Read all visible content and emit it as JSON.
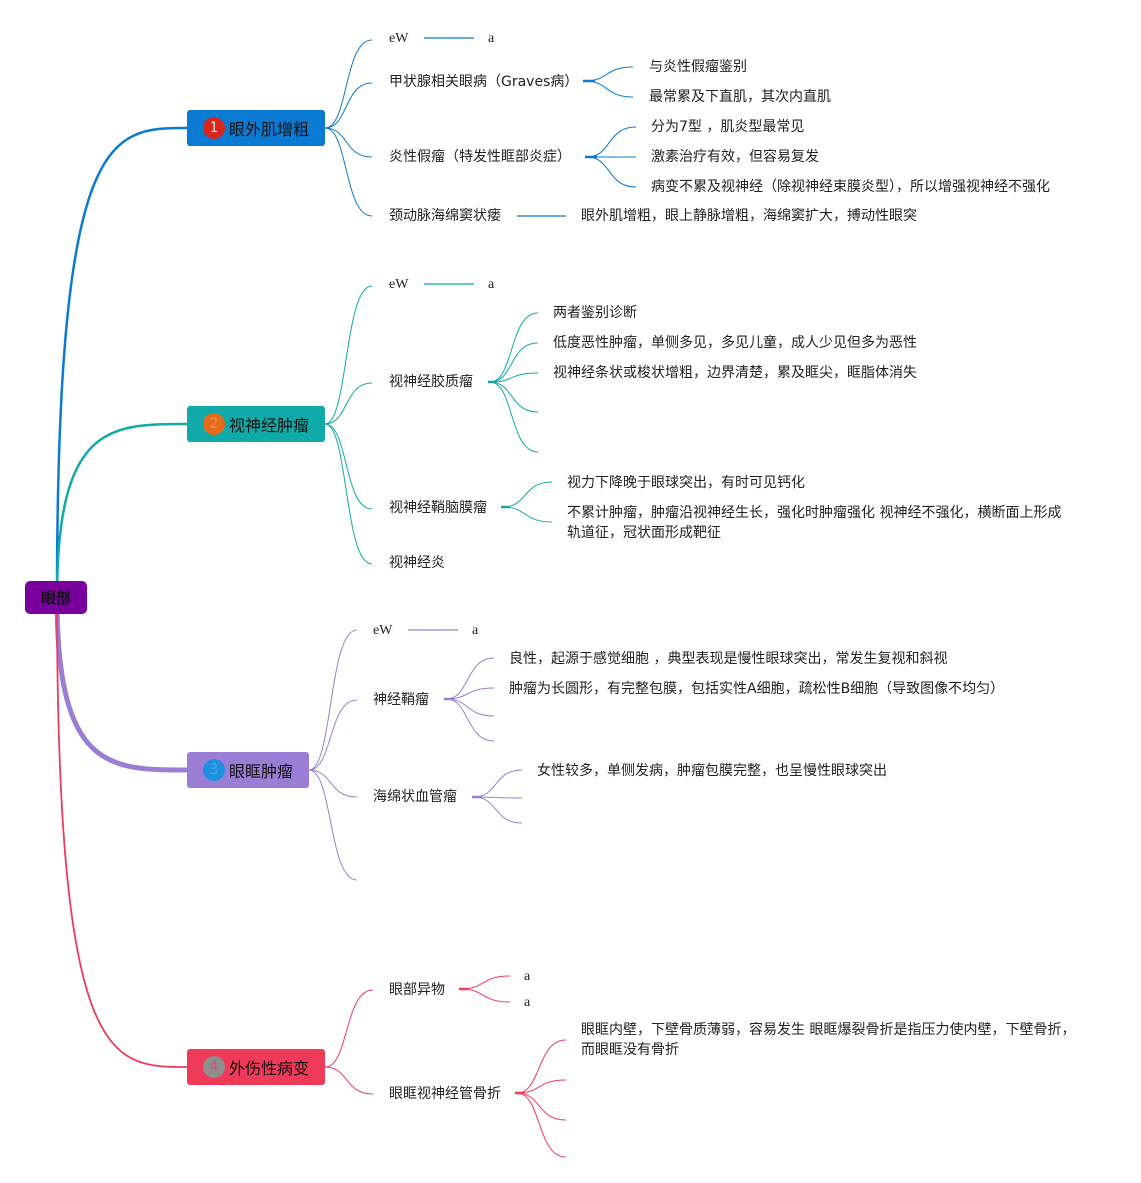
{
  "root": {
    "label": "眼部",
    "color": "#7a009e"
  },
  "branches": [
    {
      "id": "b1",
      "number": "1",
      "label": "眼外肌增粗",
      "color": "#0a7ad2",
      "badge_color": "#d8261c",
      "badge_text_color": "#d8261c",
      "children": [
        {
          "label": "eW",
          "leaf": "a"
        },
        {
          "label": "甲状腺相关眼病（Graves病）",
          "children": [
            "与炎性假瘤鉴别",
            "最常累及下直肌，其次内直肌"
          ]
        },
        {
          "label": "炎性假瘤（特发性眶部炎症）",
          "children": [
            "分为7型 ，肌炎型最常见",
            "激素治疗有效，但容易复发",
            "病变不累及视神经（除视神经束膜炎型），所以增强视神经不强化"
          ]
        },
        {
          "label": "颈动脉海绵窦状瘘",
          "leaf": "眼外肌增粗，眼上静脉增粗，海绵窦扩大，搏动性眼突"
        }
      ]
    },
    {
      "id": "b2",
      "number": "2",
      "label": "视神经肿瘤",
      "color": "#10aaa8",
      "badge_color": "#e56a1c",
      "children": [
        {
          "label": "eW",
          "leaf": "a"
        },
        {
          "label": "视神经胶质瘤",
          "children": [
            "两者鉴别诊断",
            "低度恶性肿瘤，单侧多见，多见儿童，成人少见但多为恶性",
            "视神经条状或梭状增粗，边界清楚，累及眶尖，眶脂体消失",
            "",
            ""
          ]
        },
        {
          "label": "视神经鞘脑膜瘤",
          "children": [
            "视力下降晚于眼球突出，有时可见钙化",
            "不累计肿瘤，肿瘤沿视神经生长，强化时肿瘤强化 视神经不强化，横断面上形成轨道征，冠状面形成靶征"
          ]
        },
        {
          "label": "视神经炎"
        }
      ]
    },
    {
      "id": "b3",
      "number": "3",
      "label": "眼眶肿瘤",
      "color": "#9a7ed6",
      "badge_color": "#1e90e0",
      "children": [
        {
          "label": "eW",
          "leaf": "a"
        },
        {
          "label": "神经鞘瘤",
          "children": [
            "良性，起源于感觉细胞 ，典型表现是慢性眼球突出，常发生复视和斜视",
            "肿瘤为长圆形，有完整包膜，包括实性A细胞，疏松性B细胞（导致图像不均匀）",
            "",
            ""
          ]
        },
        {
          "label": "海绵状血管瘤",
          "children": [
            "女性较多，单侧发病，肿瘤包膜完整，也呈慢性眼球突出",
            "",
            ""
          ]
        },
        {
          "label": ""
        }
      ]
    },
    {
      "id": "b4",
      "number": "4",
      "label": "外伤性病变",
      "color": "#f03a5a",
      "badge_color": "#8e8e8e",
      "children": [
        {
          "label": "眼部异物",
          "children": [
            "a",
            "a"
          ]
        },
        {
          "label": "眼眶视神经管骨折",
          "children": [
            "眼眶内壁，下壁骨质薄弱，容易发生 眼眶爆裂骨折是指压力使内壁，下壁骨折，而眼眶没有骨折",
            "",
            "",
            ""
          ]
        }
      ]
    }
  ]
}
